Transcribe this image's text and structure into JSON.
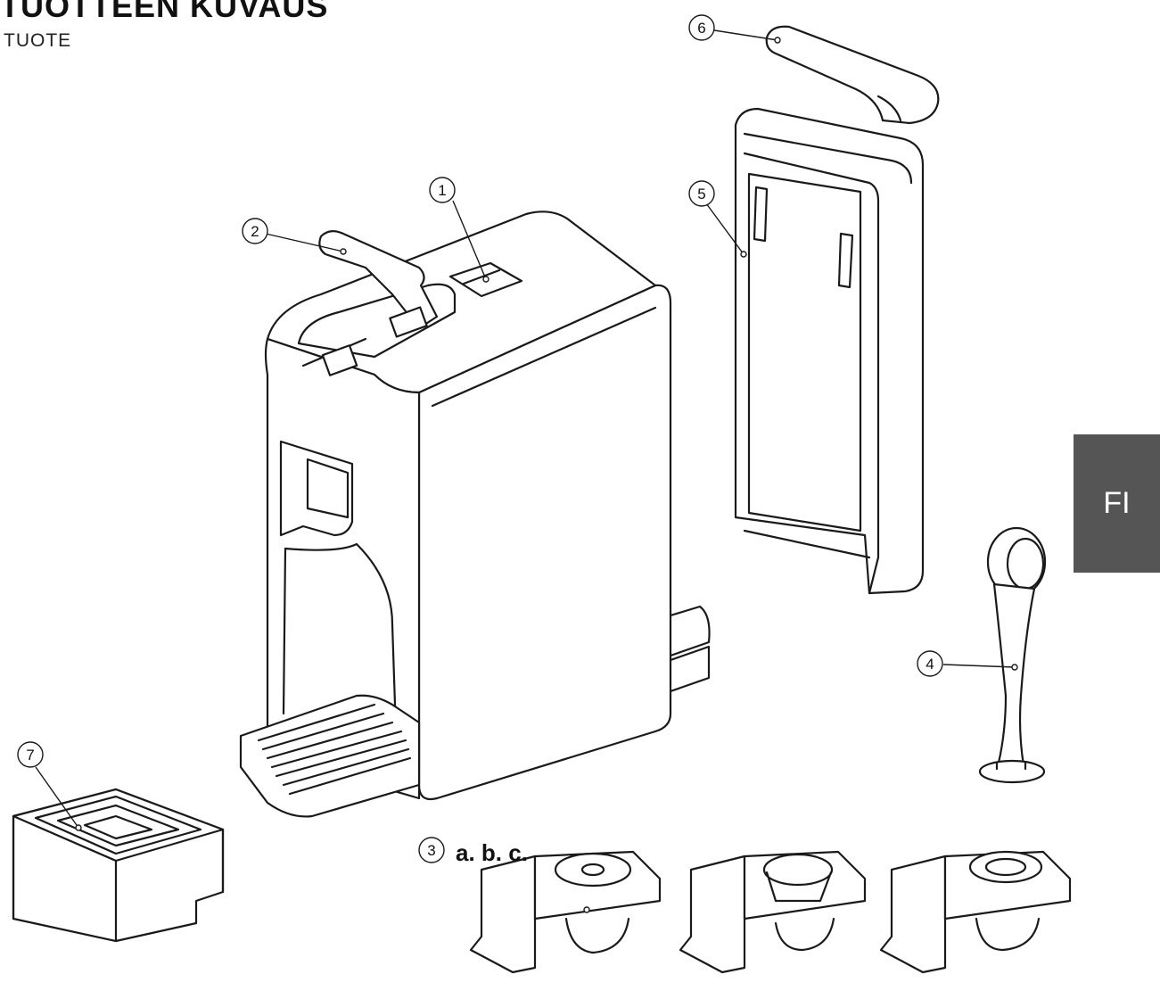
{
  "header": {
    "title": "TUOTTEEN KUVAUS",
    "subtitle": "TUOTE"
  },
  "language_tab": {
    "label": "FI",
    "color": "#555555"
  },
  "callouts": [
    "1",
    "2",
    "3",
    "4",
    "5",
    "6",
    "7"
  ],
  "part3_variants_label": "a. b. c.",
  "icons": [
    "coffee-machine-illustration",
    "water-tank-illustration",
    "tank-lid-illustration",
    "tamper-illustration",
    "drip-tray-illustration",
    "capsule-adapter-illustration"
  ]
}
